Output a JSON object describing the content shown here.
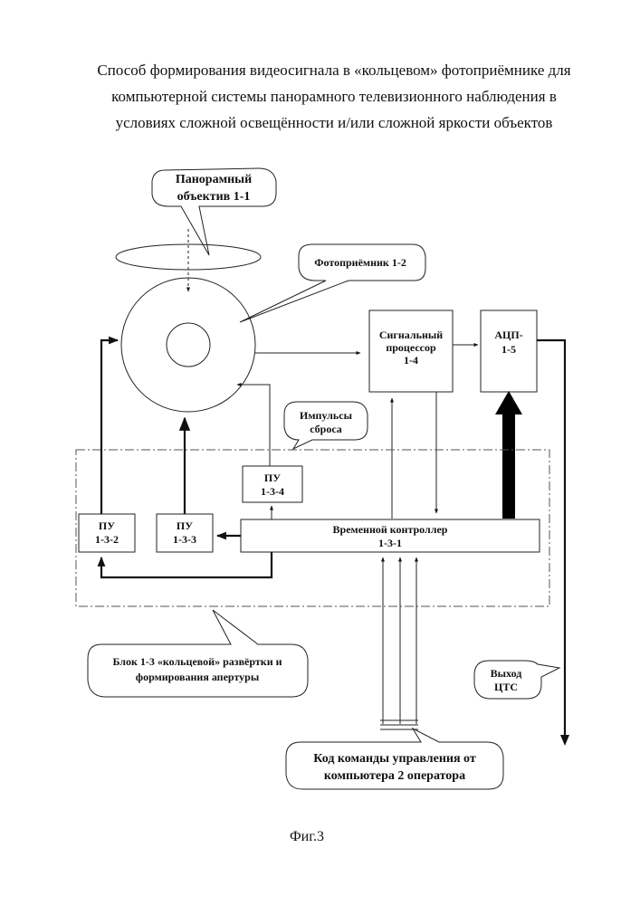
{
  "title": {
    "line1": "Способ формирования видеосигнала в «кольцевом» фотоприёмнике для",
    "line2": "компьютерной  системы панорамного телевизионного наблюдения в",
    "line3": "условиях сложной освещённости и/или сложной яркости объектов"
  },
  "callouts": {
    "lens": {
      "line1": "Панорамный",
      "line2": "объектив 1-1"
    },
    "photodetector": "Фотоприёмник 1-2",
    "reset_pulses": {
      "line1": "Импульсы",
      "line2": "сброса"
    },
    "block": {
      "line1": "Блок 1-3 «кольцевой» развёртки и",
      "line2": "формирования апертуры"
    },
    "output": {
      "line1": "Выход",
      "line2": "ЦТС"
    },
    "command": {
      "line1": "Код команды управления от",
      "line2": "компьютера 2 оператора"
    }
  },
  "blocks": {
    "signal_processor": {
      "line1": "Сигнальный",
      "line2": "процессор",
      "line3": "1-4"
    },
    "adc": {
      "line1": "АЦП-",
      "line2": "1-5"
    },
    "pu_1_3_4": {
      "line1": "ПУ",
      "line2": "1-3-4"
    },
    "pu_1_3_3": {
      "line1": "ПУ",
      "line2": "1-3-3"
    },
    "pu_1_3_2": {
      "line1": "ПУ",
      "line2": "1-3-2"
    },
    "timing_controller": {
      "line1": "Временной контроллер",
      "line2": "1-3-1"
    }
  },
  "caption": "Фиг.3"
}
